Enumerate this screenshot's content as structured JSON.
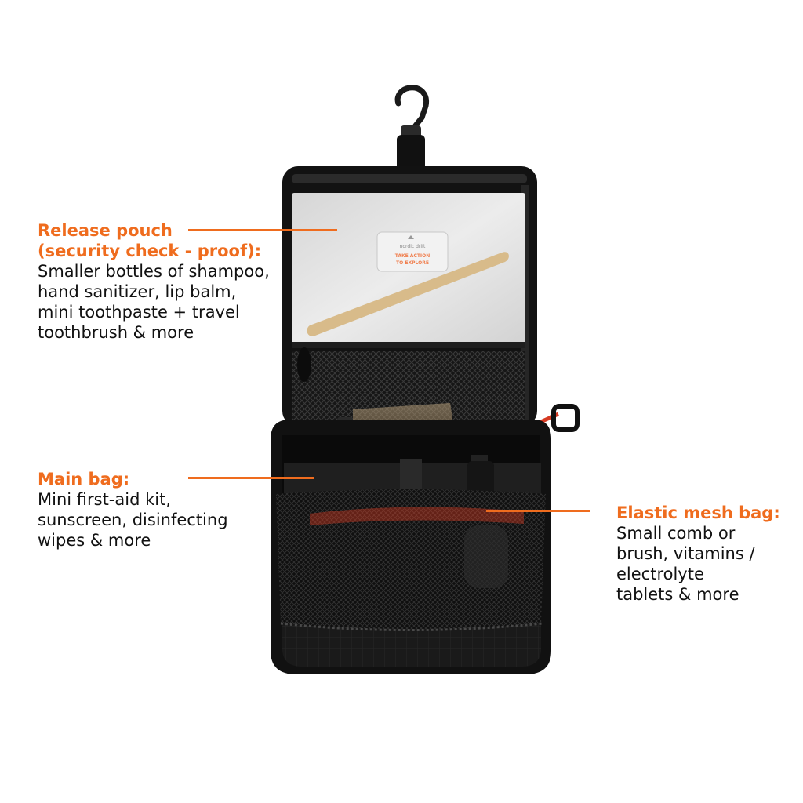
{
  "annotations": {
    "release_pouch": {
      "heading": [
        "Release pouch",
        "(security check - proof):"
      ],
      "body": [
        "Smaller bottles of shampoo,",
        "hand sanitizer, lip balm,",
        "mini toothpaste + travel",
        "toothbrush & more"
      ]
    },
    "main_bag": {
      "heading": [
        "Main bag:"
      ],
      "body": [
        "Mini first-aid kit,",
        "sunscreen, disinfecting",
        "wipes & more"
      ]
    },
    "elastic_mesh_bag": {
      "heading": [
        "Elastic mesh bag:"
      ],
      "body": [
        "Small comb or",
        "brush, vitamins /",
        "electrolyte",
        "tablets & more"
      ]
    }
  },
  "product_card": {
    "brand": "nordic drift",
    "tagline": [
      "TAKE ACTION",
      "TO EXPLORE"
    ]
  },
  "colors": {
    "accent": "#ef6c1e",
    "bag_body": "#121212",
    "mesh": "#1c1c1c",
    "zipper_pull": "#d63a22",
    "pouch": "#e2e2e2"
  },
  "icons": {
    "hook": "hanging-hook-icon",
    "logo": "mountain-logo-icon"
  }
}
